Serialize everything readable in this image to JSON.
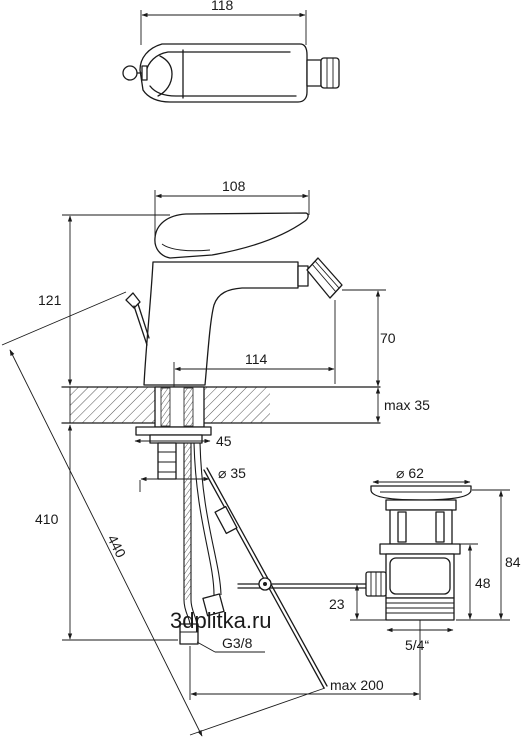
{
  "top_view": {
    "width_label": "118"
  },
  "side_view": {
    "lever_width_label": "108",
    "height_label": "121",
    "spout_reach_label": "114",
    "spout_height_label": "70",
    "deck_thickness_label": "max 35",
    "shank_label": "45",
    "hole_diameter_label": "⌀ 35",
    "hose_length_label": "410",
    "rod_length_label": "440",
    "thread_label": "G3/8",
    "rod_reach_label": "max 200"
  },
  "waste_view": {
    "plug_diameter_label": "⌀ 62",
    "total_height_label": "84",
    "body_height_label": "48",
    "outlet_height_label": "23",
    "thread_label": "5/4“"
  },
  "watermark": "3dplitka.ru",
  "colors": {
    "line": "#1a1a1a",
    "hatch": "#555555",
    "watermark": "#d6d6d6"
  }
}
